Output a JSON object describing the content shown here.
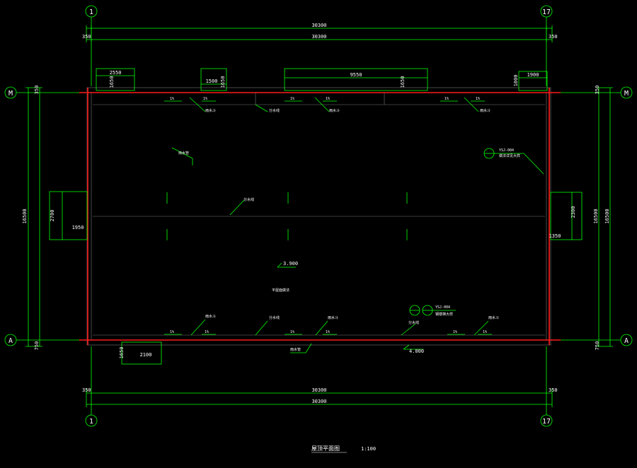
{
  "grid_axes": {
    "left_col": "1",
    "right_col": "17",
    "top_row": "M",
    "bottom_row": "A"
  },
  "dims": {
    "overall": "30300",
    "edge_offset": "350",
    "height": "16500",
    "row_offset_top": "350",
    "row_offset_bottom": "750",
    "top_box_1": "2550",
    "top_box_2": "1500",
    "top_box_3": "9550",
    "top_box_4": "1900",
    "top_box_depth_1": "1650",
    "top_box_depth_2": "1650",
    "top_box_depth_3": "1650",
    "top_box_depth_4": "1000",
    "left_side_h": "2700",
    "left_side_w": "1950",
    "right_side_h": "2300",
    "right_side_w": "1350",
    "bottom_box_w": "2100",
    "bottom_box_d": "1650"
  },
  "elevations": {
    "center": "3.900",
    "bottom": "4.000"
  },
  "slopes": {
    "pct": "1%"
  },
  "notes": {
    "ref_top": "⊙",
    "ref_top_code": "YSJ-004",
    "ref_top_desc": "做法详见大样",
    "ref_bottom_code": "YSJ-004",
    "ref_bottom_desc": "钢楼梯大样",
    "center_label": "平屋面做法",
    "outlet": "雨水管",
    "gutter": "分水线",
    "downpipe": "雨水斗"
  },
  "title": {
    "main": "屋顶平面图",
    "scale": "1:100"
  },
  "colors": {
    "bg": "#000000",
    "dim_lines": "#00ff00",
    "walls": "#ff1a1a",
    "text": "#ffffff"
  }
}
